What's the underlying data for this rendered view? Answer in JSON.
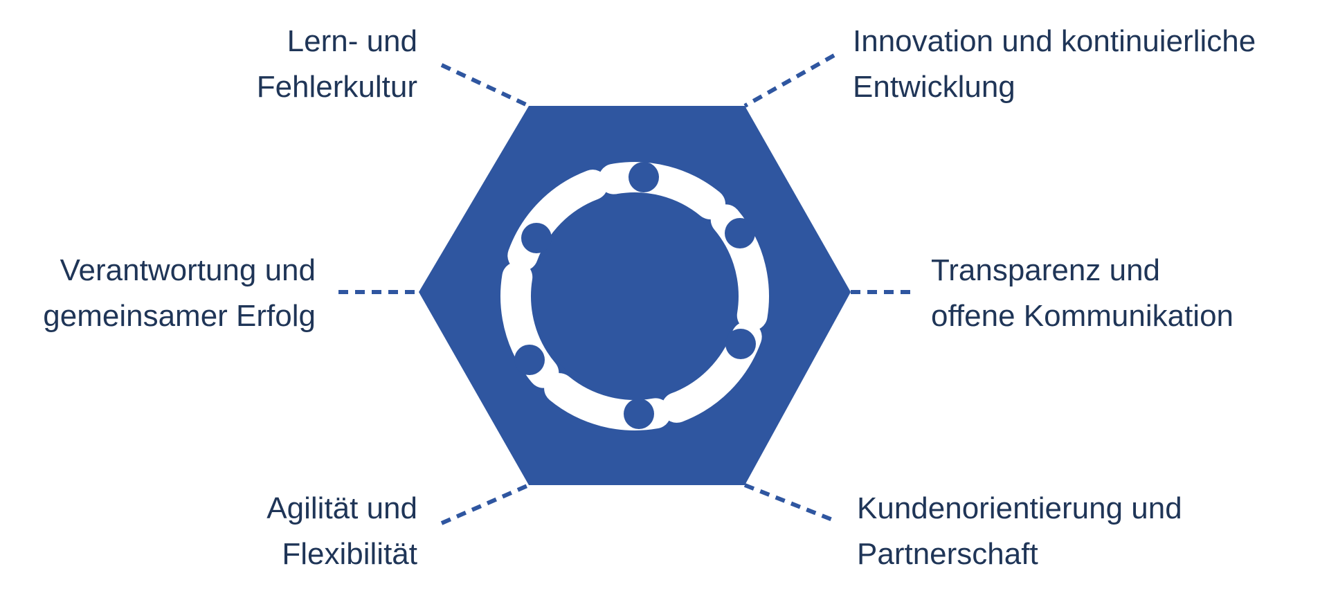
{
  "colors": {
    "hexagon": "#2f56a0",
    "text": "#1f3557",
    "icon": "#ffffff"
  },
  "center_icon": "circular-arrows-cycle-icon",
  "labels": {
    "top_left": [
      "Lern- und",
      "Fehlerkultur"
    ],
    "top_right": [
      "Innovation und kontinuierliche",
      "Entwicklung"
    ],
    "middle_left": [
      "Verantwortung und",
      "gemeinsamer Erfolg"
    ],
    "middle_right": [
      "Transparenz und",
      "offene Kommunikation"
    ],
    "bottom_left": [
      "Agilität und",
      "Flexibilität"
    ],
    "bottom_right": [
      "Kundenorientierung und",
      "Partnerschaft"
    ]
  }
}
